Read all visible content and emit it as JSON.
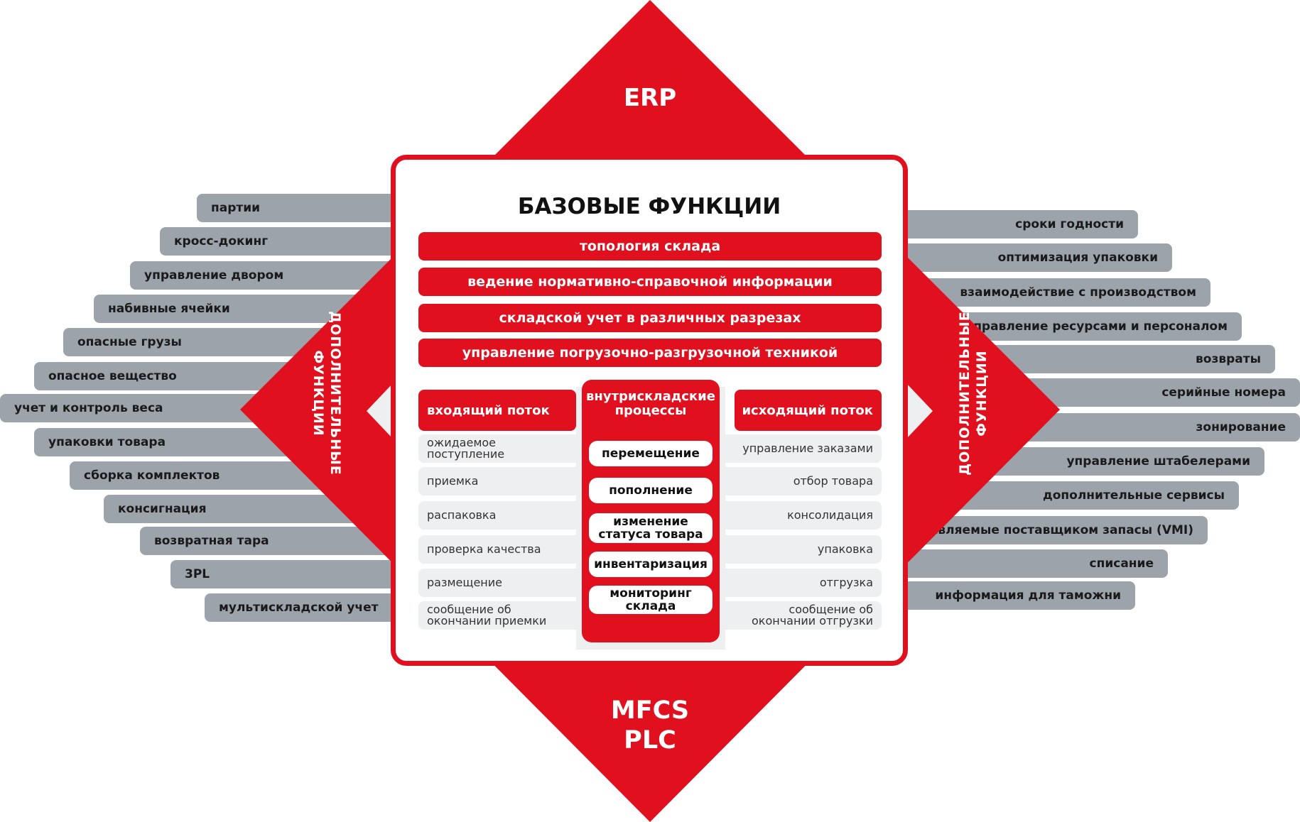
{
  "diagram": {
    "top_label": "ERP",
    "bottom_label": [
      "MFCS",
      "PLC"
    ],
    "left_side_label": [
      "Дополнительные",
      "функции"
    ],
    "right_side_label": [
      "Дополнительные",
      "функции"
    ],
    "title": "БАЗОВЫЕ ФУНКЦИИ",
    "base_functions": [
      "топология склада",
      "ведение нормативно-справочной информации",
      "складской учет в различных разрезах",
      "управление погрузочно-разгрузочной техникой"
    ],
    "incoming": {
      "title": "входящий поток",
      "items": [
        "ожидаемое поступление",
        "приемка",
        "распаковка",
        "проверка качества",
        "размещение",
        "сообщение об окончании приемки"
      ]
    },
    "internal": {
      "title": "внутрискладские процессы",
      "items": [
        "перемещение",
        "пополнение",
        "изменение статуса товара",
        "инвентаризация",
        "мониторинг склада"
      ]
    },
    "outgoing": {
      "title": "исходящий поток",
      "items": [
        "управление заказами",
        "отбор товара",
        "консолидация",
        "упаковка",
        "отгрузка",
        "сообщение об окончании отгрузки"
      ]
    },
    "left_additional": [
      "партии",
      "кросс-докинг",
      "управление двором",
      "набивные ячейки",
      "опасные грузы",
      "опасное вещество",
      "учет и контроль веса",
      "упаковки товара",
      "сборка комплектов",
      "консигнация",
      "возвратная тара",
      "3PL",
      "мультискладской учет"
    ],
    "right_additional": [
      "сроки годности",
      "оптимизация упаковки",
      "взаимодействие с производством",
      "управление ресурсами и персоналом",
      "возвраты",
      "серийные номера",
      "зонирование",
      "управление штабелерами",
      "дополнительные сервисы",
      "управляемые поставщиком запасы (VMI)",
      "списание",
      "информация для таможни"
    ],
    "colors": {
      "accent": "#e0101e",
      "pill": "#9ca3ab",
      "cell": "#eeeff0"
    }
  }
}
